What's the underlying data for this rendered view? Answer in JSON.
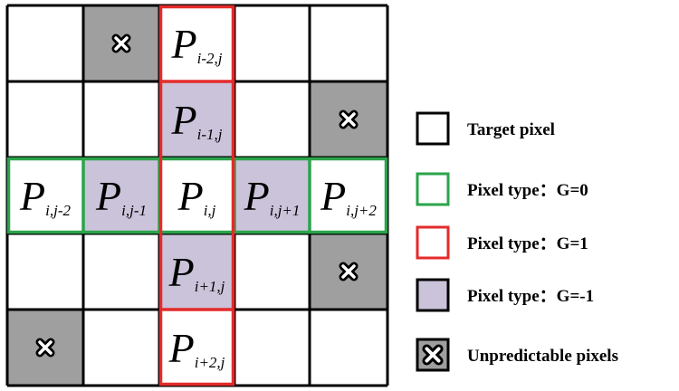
{
  "diagram": {
    "colors": {
      "grid_line": "#000000",
      "white": "#ffffff",
      "purple": "#cbc3da",
      "gray": "#9f9f9f",
      "green": "#2ba44b",
      "red": "#e42b2b"
    },
    "cells": [
      {
        "row": 0,
        "col": 2,
        "letter": "P",
        "sub": "i-2,j"
      },
      {
        "row": 1,
        "col": 2,
        "letter": "P",
        "sub": "i-1,j"
      },
      {
        "row": 2,
        "col": 0,
        "letter": "P",
        "sub": "i,j-2"
      },
      {
        "row": 2,
        "col": 1,
        "letter": "P",
        "sub": "i,j-1"
      },
      {
        "row": 2,
        "col": 2,
        "letter": "P",
        "sub": "i,j"
      },
      {
        "row": 2,
        "col": 3,
        "letter": "P",
        "sub": "i,j+1"
      },
      {
        "row": 2,
        "col": 4,
        "letter": "P",
        "sub": "i,j+2"
      },
      {
        "row": 3,
        "col": 2,
        "letter": "P",
        "sub": "i+1,j"
      },
      {
        "row": 4,
        "col": 2,
        "letter": "P",
        "sub": "i+2,j"
      }
    ],
    "purple_cells": [
      [
        1,
        2
      ],
      [
        2,
        1
      ],
      [
        2,
        3
      ],
      [
        3,
        2
      ]
    ],
    "unpredictable_cells": [
      [
        0,
        1
      ],
      [
        1,
        4
      ],
      [
        3,
        4
      ],
      [
        4,
        0
      ]
    ],
    "legend": [
      {
        "kind": "target",
        "label": "Target pixel"
      },
      {
        "kind": "green",
        "label": "Pixel type：G=0"
      },
      {
        "kind": "red",
        "label": "Pixel type：G=1"
      },
      {
        "kind": "purple",
        "label": "Pixel type：G=-1"
      },
      {
        "kind": "unpredictable",
        "label": "Unpredictable pixels"
      }
    ]
  }
}
